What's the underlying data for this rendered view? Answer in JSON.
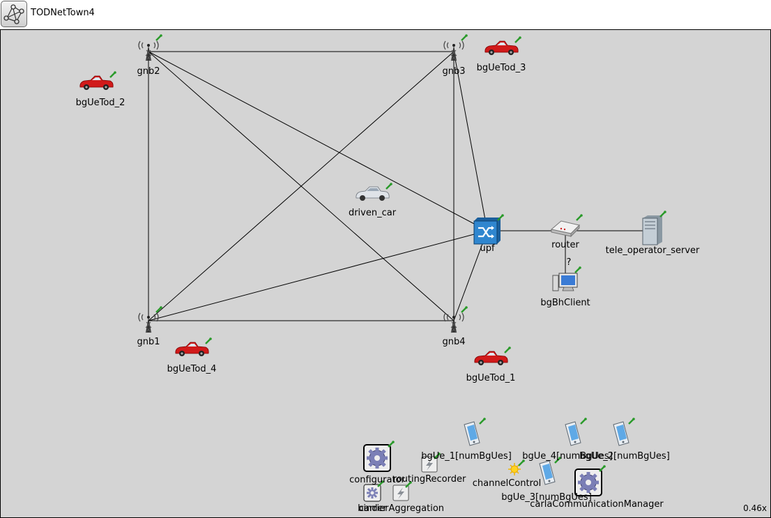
{
  "window": {
    "title": "TODNetTown4",
    "icon": "network-icon"
  },
  "zoom": "0.46x",
  "nodes": {
    "gnb1": "gnb1",
    "gnb2": "gnb2",
    "gnb3": "gnb3",
    "gnb4": "gnb4",
    "bgUeTod_1": "bgUeTod_1",
    "bgUeTod_2": "bgUeTod_2",
    "bgUeTod_3": "bgUeTod_3",
    "bgUeTod_4": "bgUeTod_4",
    "driven_car": "driven_car",
    "upf": "upf",
    "router": "router",
    "tele_operator_server": "tele_operator_server",
    "bgBhClient": "bgBhClient",
    "link_status": "?",
    "configurator": "configurator",
    "routingRecorder": "routingRecorder",
    "binder": "binder",
    "carrierAggregation": "carrierAggregation",
    "channelControl": "channelControl",
    "carlaCommunicationManager": "carlaCommunicationManager",
    "bgUe_1": "bgUe_1[numBgUes]",
    "bgUe_2": "bgUe_2[numBgUes]",
    "bgUe_3": "bgUe_3[numBgUes]",
    "bgUe_4": "bgUe_4[numBgUes]"
  },
  "colors": {
    "canvas": "#d4d4d4",
    "car": "#d11a1a",
    "upf": "#2f86cf",
    "status_dot": "#2a9a2a"
  }
}
